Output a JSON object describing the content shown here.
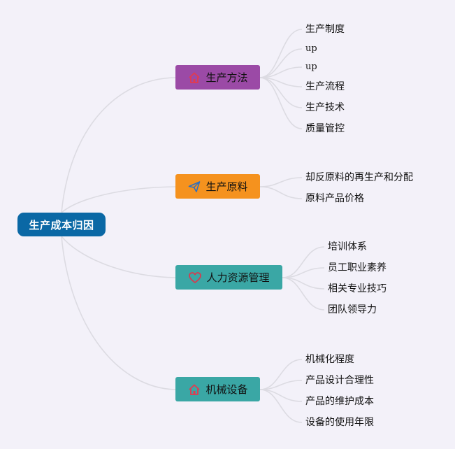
{
  "root": {
    "label": "生产成本归因"
  },
  "colors": {
    "root": "#0a68a5",
    "branch1": "#9b4aa6",
    "branch2": "#f5921e",
    "branch3": "#3aa7a5",
    "branch4": "#3aa7a5",
    "connector": "#dcdbe2",
    "background": "#f3f1f9"
  },
  "branches": [
    {
      "label": "生产方法",
      "icon": "home-icon",
      "children": [
        "生产制度",
        "up",
        "up",
        "生产流程",
        "生产技术",
        "质量管控"
      ]
    },
    {
      "label": "生产原料",
      "icon": "paper-plane-icon",
      "children": [
        "却反原料的再生产和分配",
        "原料产品价格"
      ]
    },
    {
      "label": "人力资源管理",
      "icon": "heart-icon",
      "children": [
        "培训体系",
        "员工职业素养",
        "相关专业技巧",
        "团队领导力"
      ]
    },
    {
      "label": "机械设备",
      "icon": "home-icon",
      "children": [
        "机械化程度",
        "产品设计合理性",
        "产品的维护成本",
        "设备的使用年限"
      ]
    }
  ]
}
